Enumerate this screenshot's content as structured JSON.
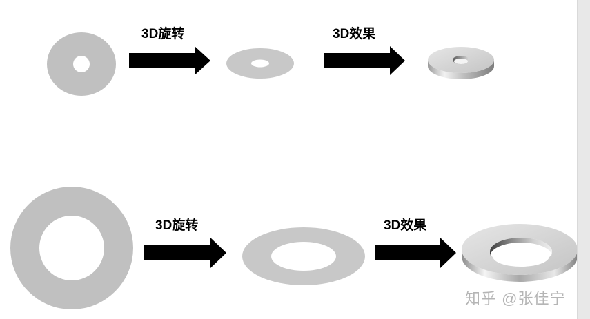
{
  "row1": {
    "step1_label": "3D旋转",
    "step2_label": "3D效果"
  },
  "row2": {
    "step1_label": "3D旋转",
    "step2_label": "3D效果"
  },
  "watermark": "知乎 @张佳宁",
  "colors": {
    "shape_gray": "#c0c0c0",
    "flat_gray": "#c8c8c8",
    "arrow": "#000000",
    "background": "#ffffff"
  }
}
